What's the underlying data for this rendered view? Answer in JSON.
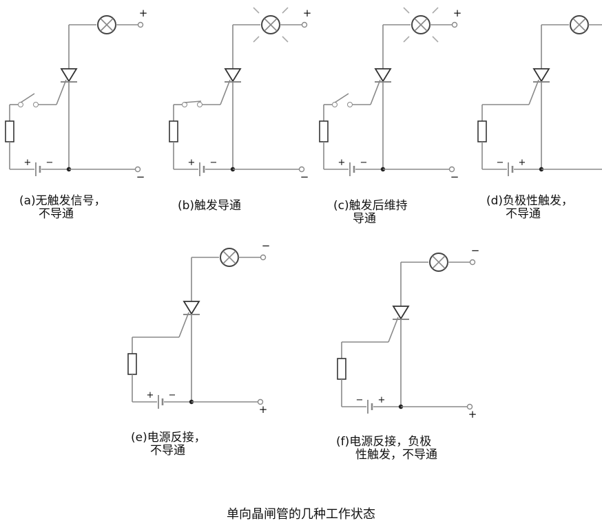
{
  "title": "单向晶闸管的几种工作状态",
  "panels": [
    {
      "id": "a",
      "caption": [
        "(a)无触发信号，",
        "不导通"
      ],
      "lamp": "off",
      "switch": "open",
      "gate_polarity": [
        "+",
        "−"
      ],
      "anode_terminal": "+",
      "cathode_terminal": "−"
    },
    {
      "id": "b",
      "caption": [
        "(b)触发导通"
      ],
      "lamp": "on",
      "switch": "closed",
      "gate_polarity": [
        "+",
        "−"
      ],
      "anode_terminal": "+",
      "cathode_terminal": "−"
    },
    {
      "id": "c",
      "caption": [
        "(c)触发后维持",
        "导通"
      ],
      "lamp": "on",
      "switch": "open",
      "gate_polarity": [
        "+",
        "−"
      ],
      "anode_terminal": "+",
      "cathode_terminal": "−"
    },
    {
      "id": "d",
      "caption": [
        "(d)负极性触发，",
        "不导通"
      ],
      "lamp": "off",
      "switch": "none",
      "gate_polarity": [
        "−",
        "+"
      ],
      "anode_terminal": "+",
      "cathode_terminal": "−"
    },
    {
      "id": "e",
      "caption": [
        "(e)电源反接，",
        "不导通"
      ],
      "lamp": "off",
      "switch": "none",
      "gate_polarity": [
        "+",
        "−"
      ],
      "anode_terminal": "−",
      "cathode_terminal": "+"
    },
    {
      "id": "f",
      "caption": [
        "(f)电源反接，负极",
        "性触发，不导通"
      ],
      "lamp": "off",
      "switch": "none",
      "gate_polarity": [
        "−",
        "+"
      ],
      "anode_terminal": "−",
      "cathode_terminal": "+"
    }
  ],
  "colors": {
    "wire": "#888888",
    "lamp": "#444444",
    "rays": "#aaaaaa",
    "text": "#111111"
  }
}
